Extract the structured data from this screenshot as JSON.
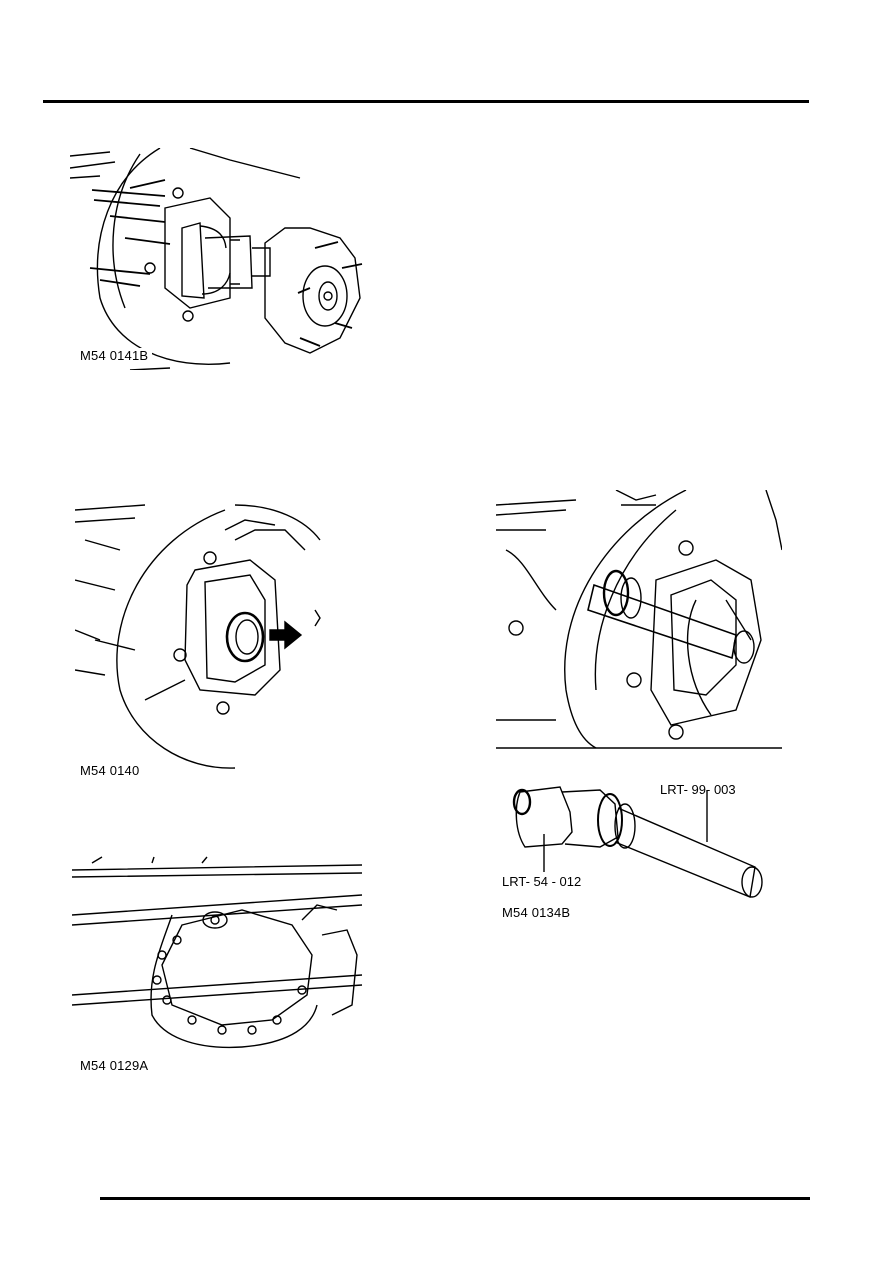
{
  "figures": [
    {
      "id": "hub-driveshaft",
      "caption": "M54 0141B"
    },
    {
      "id": "oil-seal",
      "caption": "M54 0140"
    },
    {
      "id": "differential",
      "caption": "M54 0129A"
    },
    {
      "id": "seal-fitting",
      "caption": ""
    },
    {
      "id": "service-tools",
      "caption": "M54 0134B",
      "tool_labels": [
        "LRT- 99- 003",
        "LRT- 54 - 012"
      ]
    }
  ]
}
